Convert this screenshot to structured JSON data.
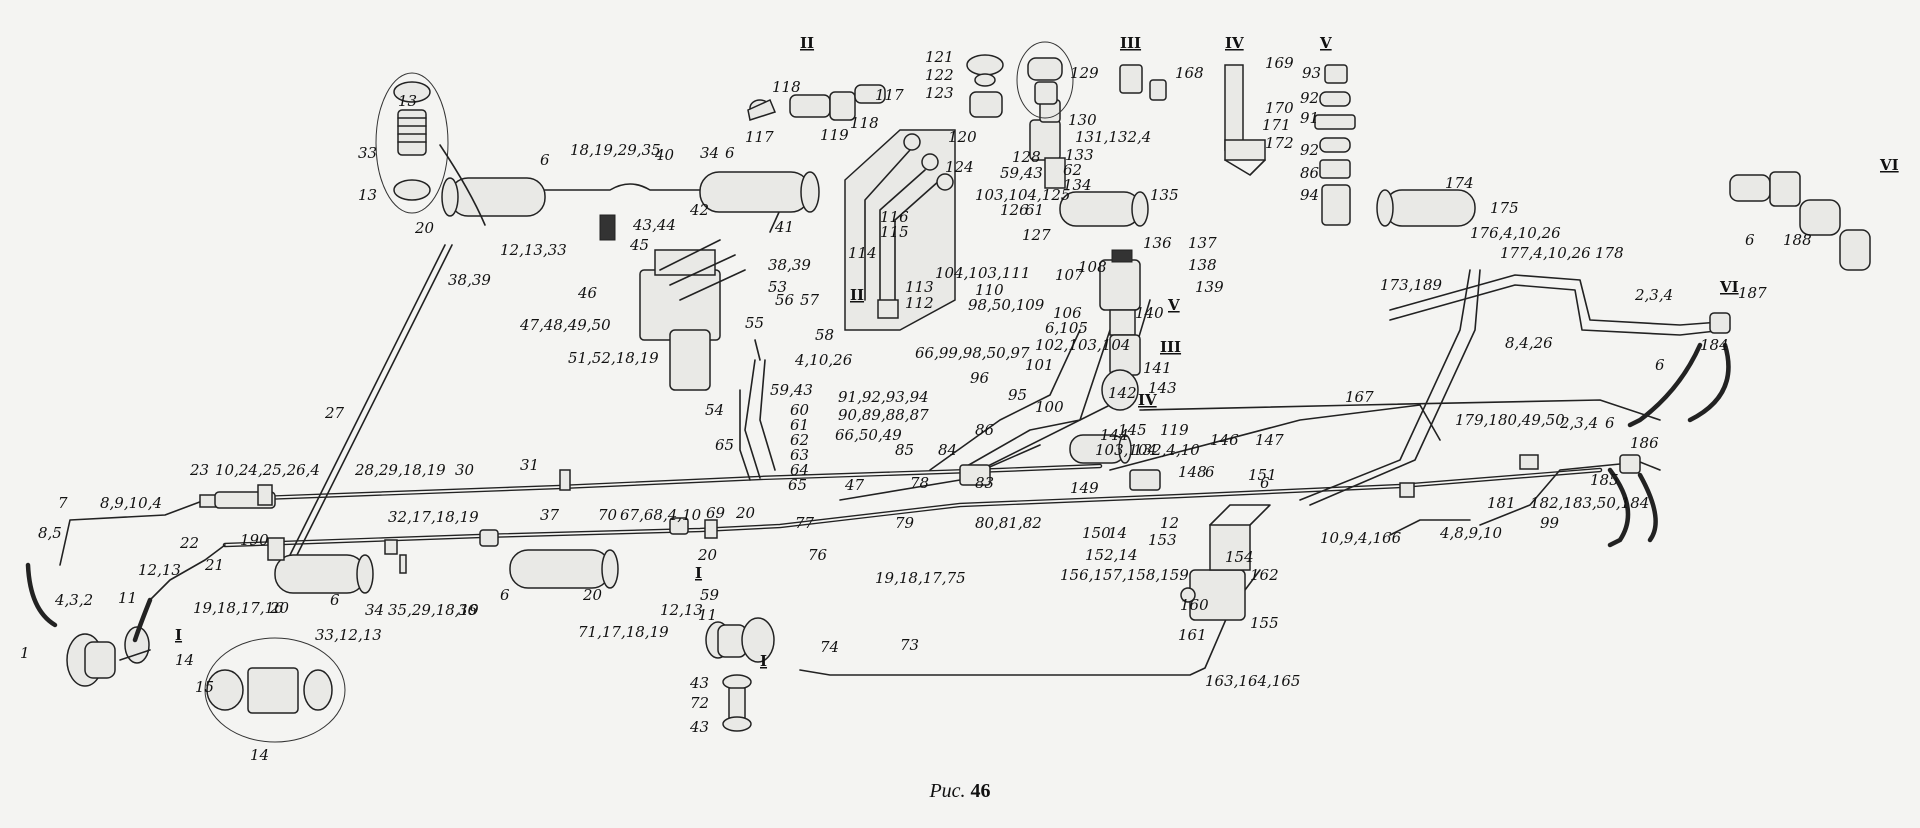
{
  "caption": {
    "word": "Рис.",
    "number": "46"
  },
  "callouts": [
    {
      "id": "c1",
      "text": "1"
    },
    {
      "id": "c2",
      "text": "8,5"
    },
    {
      "id": "c3",
      "text": "7"
    },
    {
      "id": "c4",
      "text": "8,9,10,4"
    },
    {
      "id": "c5",
      "text": "4,3,2"
    },
    {
      "id": "c6",
      "text": "11"
    },
    {
      "id": "c7",
      "text": "12,13"
    },
    {
      "id": "c8",
      "text": "21"
    },
    {
      "id": "c9",
      "text": "22"
    },
    {
      "id": "c10",
      "text": "23"
    },
    {
      "id": "c11",
      "text": "10,24,25,26,4"
    },
    {
      "id": "c12",
      "text": "190"
    },
    {
      "id": "c13",
      "text": "19,18,17,16"
    },
    {
      "id": "c14",
      "text": "20"
    },
    {
      "id": "c15",
      "text": "27"
    },
    {
      "id": "c16",
      "text": "28,29,18,19"
    },
    {
      "id": "c17",
      "text": "30"
    },
    {
      "id": "c18",
      "text": "31"
    },
    {
      "id": "c19",
      "text": "32,17,18,19"
    },
    {
      "id": "c20",
      "text": "37"
    },
    {
      "id": "c21",
      "text": "34"
    },
    {
      "id": "c22",
      "text": "35,29,18,19"
    },
    {
      "id": "c23",
      "text": "36"
    },
    {
      "id": "c24",
      "text": "33,12,13"
    },
    {
      "id": "c25",
      "text": "6"
    },
    {
      "id": "c26",
      "text": "6"
    },
    {
      "id": "c27",
      "text": "20"
    },
    {
      "id": "c28",
      "text": "71,17,18,19"
    },
    {
      "id": "c29",
      "text": "12,13"
    },
    {
      "id": "c30",
      "text": "11"
    },
    {
      "id": "c31",
      "text": "59"
    },
    {
      "id": "c32",
      "text": "20"
    },
    {
      "id": "c33",
      "text": "70"
    },
    {
      "id": "c34",
      "text": "67,68,4,10"
    },
    {
      "id": "c35",
      "text": "69"
    },
    {
      "id": "c36",
      "text": "20"
    },
    {
      "id": "c37",
      "text": "13"
    },
    {
      "id": "c38",
      "text": "33"
    },
    {
      "id": "c39",
      "text": "13"
    },
    {
      "id": "c40",
      "text": "20"
    },
    {
      "id": "c41",
      "text": "12,13,33"
    },
    {
      "id": "c42",
      "text": "38,39"
    },
    {
      "id": "c43",
      "text": "6"
    },
    {
      "id": "c44",
      "text": "18,19,29,35"
    },
    {
      "id": "c45",
      "text": "40"
    },
    {
      "id": "c46",
      "text": "34"
    },
    {
      "id": "c47",
      "text": "6"
    },
    {
      "id": "c48",
      "text": "41"
    },
    {
      "id": "c49",
      "text": "42"
    },
    {
      "id": "c50",
      "text": "43,44"
    },
    {
      "id": "c51",
      "text": "45"
    },
    {
      "id": "c52",
      "text": "46"
    },
    {
      "id": "c53",
      "text": "47,48,49,50"
    },
    {
      "id": "c54",
      "text": "51,52,18,19"
    },
    {
      "id": "c55",
      "text": "38,39"
    },
    {
      "id": "c56",
      "text": "53"
    },
    {
      "id": "c57",
      "text": "56"
    },
    {
      "id": "c58",
      "text": "57"
    },
    {
      "id": "c59",
      "text": "55"
    },
    {
      "id": "c60",
      "text": "58"
    },
    {
      "id": "c61",
      "text": "4,10,26"
    },
    {
      "id": "c62",
      "text": "54"
    },
    {
      "id": "c63",
      "text": "59,43"
    },
    {
      "id": "c64",
      "text": "60"
    },
    {
      "id": "c65",
      "text": "61"
    },
    {
      "id": "c66",
      "text": "62"
    },
    {
      "id": "c67",
      "text": "63"
    },
    {
      "id": "c68",
      "text": "64"
    },
    {
      "id": "c69",
      "text": "65"
    },
    {
      "id": "c70",
      "text": "65"
    },
    {
      "id": "c71",
      "text": "47"
    },
    {
      "id": "c72",
      "text": "77"
    },
    {
      "id": "c73",
      "text": "76"
    },
    {
      "id": "c74",
      "text": "78"
    },
    {
      "id": "c75",
      "text": "79"
    },
    {
      "id": "c76",
      "text": "19,18,17,75"
    },
    {
      "id": "c77",
      "text": "80,81,82"
    },
    {
      "id": "c78",
      "text": "83"
    },
    {
      "id": "c79",
      "text": "85"
    },
    {
      "id": "c80",
      "text": "84"
    },
    {
      "id": "c81",
      "text": "66,50,49"
    },
    {
      "id": "c82",
      "text": "90,89,88,87"
    },
    {
      "id": "c83",
      "text": "91,92,93,94"
    },
    {
      "id": "c84",
      "text": "86"
    },
    {
      "id": "c85",
      "text": "96"
    },
    {
      "id": "c86",
      "text": "95"
    },
    {
      "id": "c87",
      "text": "100"
    },
    {
      "id": "c88",
      "text": "101"
    },
    {
      "id": "c89",
      "text": "66,99,98,50,97"
    },
    {
      "id": "c90",
      "text": "117"
    },
    {
      "id": "c91",
      "text": "118"
    },
    {
      "id": "c92",
      "text": "119"
    },
    {
      "id": "c93",
      "text": "118"
    },
    {
      "id": "c94",
      "text": "117"
    },
    {
      "id": "c95",
      "text": "121"
    },
    {
      "id": "c96",
      "text": "122"
    },
    {
      "id": "c97",
      "text": "123"
    },
    {
      "id": "c98",
      "text": "120"
    },
    {
      "id": "c99",
      "text": "124"
    },
    {
      "id": "c100",
      "text": "116"
    },
    {
      "id": "c101",
      "text": "115"
    },
    {
      "id": "c102",
      "text": "114"
    },
    {
      "id": "c103",
      "text": "113"
    },
    {
      "id": "c104",
      "text": "112"
    },
    {
      "id": "c105",
      "text": "104,103,111"
    },
    {
      "id": "c106",
      "text": "110"
    },
    {
      "id": "c107",
      "text": "98,50,109"
    },
    {
      "id": "c108",
      "text": "107"
    },
    {
      "id": "c109",
      "text": "108"
    },
    {
      "id": "c110",
      "text": "106"
    },
    {
      "id": "c111",
      "text": "6,105"
    },
    {
      "id": "c112",
      "text": "102,103,104"
    },
    {
      "id": "c113",
      "text": "129"
    },
    {
      "id": "c114",
      "text": "130"
    },
    {
      "id": "c115",
      "text": "131,132,4"
    },
    {
      "id": "c116",
      "text": "128"
    },
    {
      "id": "c117",
      "text": "59,43"
    },
    {
      "id": "c118",
      "text": "133"
    },
    {
      "id": "c119",
      "text": "62"
    },
    {
      "id": "c120",
      "text": "134"
    },
    {
      "id": "c121",
      "text": "103,104,125"
    },
    {
      "id": "c122",
      "text": "126"
    },
    {
      "id": "c123",
      "text": "61"
    },
    {
      "id": "c124",
      "text": "127"
    },
    {
      "id": "c125",
      "text": "135"
    },
    {
      "id": "c126",
      "text": "136"
    },
    {
      "id": "c127",
      "text": "137"
    },
    {
      "id": "c128",
      "text": "138"
    },
    {
      "id": "c129",
      "text": "139"
    },
    {
      "id": "c130",
      "text": "140"
    },
    {
      "id": "c131",
      "text": "141"
    },
    {
      "id": "c132",
      "text": "142"
    },
    {
      "id": "c133",
      "text": "143"
    },
    {
      "id": "c134",
      "text": "144"
    },
    {
      "id": "c135",
      "text": "145"
    },
    {
      "id": "c136",
      "text": "119"
    },
    {
      "id": "c137",
      "text": "103,104"
    },
    {
      "id": "c138",
      "text": "132,4,10"
    },
    {
      "id": "c139",
      "text": "146"
    },
    {
      "id": "c140",
      "text": "147"
    },
    {
      "id": "c141",
      "text": "148"
    },
    {
      "id": "c142",
      "text": "6"
    },
    {
      "id": "c143",
      "text": "149"
    },
    {
      "id": "c144",
      "text": "151"
    },
    {
      "id": "c145",
      "text": "150"
    },
    {
      "id": "c146",
      "text": "14"
    },
    {
      "id": "c147",
      "text": "152,14"
    },
    {
      "id": "c148",
      "text": "12"
    },
    {
      "id": "c149",
      "text": "153"
    },
    {
      "id": "c150",
      "text": "154"
    },
    {
      "id": "c151",
      "text": "156,157,158,159"
    },
    {
      "id": "c152",
      "text": "160"
    },
    {
      "id": "c153",
      "text": "161"
    },
    {
      "id": "c154",
      "text": "162"
    },
    {
      "id": "c155",
      "text": "155"
    },
    {
      "id": "c156",
      "text": "168"
    },
    {
      "id": "c157",
      "text": "169"
    },
    {
      "id": "c158",
      "text": "170"
    },
    {
      "id": "c159",
      "text": "171"
    },
    {
      "id": "c160",
      "text": "172"
    },
    {
      "id": "c161",
      "text": "93"
    },
    {
      "id": "c162",
      "text": "92"
    },
    {
      "id": "c163",
      "text": "91"
    },
    {
      "id": "c164",
      "text": "92"
    },
    {
      "id": "c165",
      "text": "86"
    },
    {
      "id": "c166",
      "text": "94"
    },
    {
      "id": "c167",
      "text": "174"
    },
    {
      "id": "c168",
      "text": "175"
    },
    {
      "id": "c169",
      "text": "176,4,10,26"
    },
    {
      "id": "c170",
      "text": "177,4,10,26"
    },
    {
      "id": "c171",
      "text": "178"
    },
    {
      "id": "c172",
      "text": "173,189"
    },
    {
      "id": "c173",
      "text": "8,4,26"
    },
    {
      "id": "c174",
      "text": "2,3,4"
    },
    {
      "id": "c175",
      "text": "187"
    },
    {
      "id": "c176",
      "text": "6"
    },
    {
      "id": "c177",
      "text": "184"
    },
    {
      "id": "c178",
      "text": "167"
    },
    {
      "id": "c179",
      "text": "179,180,49,50"
    },
    {
      "id": "c180",
      "text": "2,3,4"
    },
    {
      "id": "c181",
      "text": "6"
    },
    {
      "id": "c182",
      "text": "186"
    },
    {
      "id": "c183",
      "text": "185"
    },
    {
      "id": "c184",
      "text": "182,183,50,184"
    },
    {
      "id": "c185",
      "text": "99"
    },
    {
      "id": "c186",
      "text": "181"
    },
    {
      "id": "c187",
      "text": "4,8,9,10"
    },
    {
      "id": "c188",
      "text": "10,9,4,166"
    },
    {
      "id": "c189",
      "text": "6"
    },
    {
      "id": "c190",
      "text": "188"
    },
    {
      "id": "c191",
      "text": "14"
    },
    {
      "id": "c192",
      "text": "15"
    },
    {
      "id": "c193",
      "text": "14"
    },
    {
      "id": "c194",
      "text": "43"
    },
    {
      "id": "c195",
      "text": "72"
    },
    {
      "id": "c196",
      "text": "43"
    },
    {
      "id": "c197",
      "text": "74"
    },
    {
      "id": "c198",
      "text": "73"
    },
    {
      "id": "c199",
      "text": "163,164,165"
    },
    {
      "id": "c200",
      "text": "6"
    }
  ],
  "section_marks": [
    {
      "id": "r1",
      "text": "II"
    },
    {
      "id": "r2",
      "text": "III"
    },
    {
      "id": "r3",
      "text": "IV"
    },
    {
      "id": "r4",
      "text": "V"
    },
    {
      "id": "r5",
      "text": "VI"
    },
    {
      "id": "r6",
      "text": "II"
    },
    {
      "id": "r7",
      "text": "I"
    },
    {
      "id": "r8",
      "text": "I"
    },
    {
      "id": "r9",
      "text": "V"
    },
    {
      "id": "r10",
      "text": "III"
    },
    {
      "id": "r11",
      "text": "IV"
    },
    {
      "id": "r12",
      "text": "VI"
    },
    {
      "id": "r13",
      "text": "I"
    }
  ]
}
